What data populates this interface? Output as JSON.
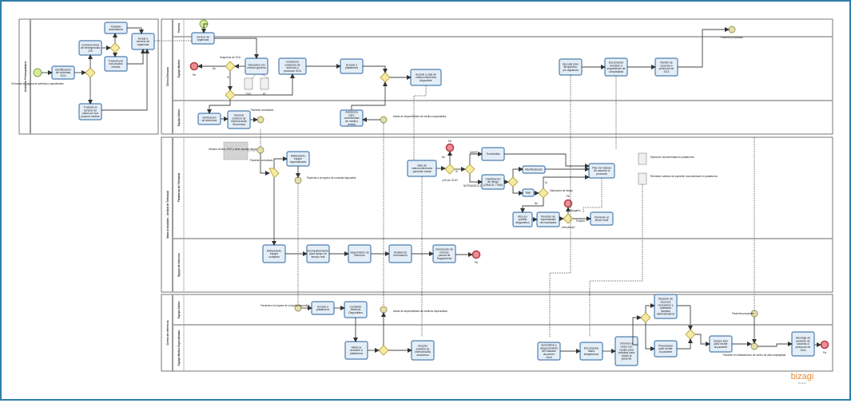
{
  "diagram": {
    "tool": "bizagi",
    "tool_sub": "Modeler",
    "pools": [
      {
        "name": "Ambiente Prehospitalario",
        "lanes": []
      },
      {
        "name": "Clínica Emisora",
        "lanes": [
          "Portería",
          "Equipo Médico",
          "Equipo Admin."
        ]
      },
      {
        "name": "Nodo Articulador - Unidad de Telesalud",
        "lanes": [
          "Plataforma de Telesalud",
          "Equipo de Atención"
        ]
      },
      {
        "name": "Centro de referencia",
        "lanes": [
          "Equipo Admin.",
          "Equipo Médico Especializado"
        ]
      }
    ],
    "events": {
      "start1": "Síntomas de alguna de pérdida y equivalentes",
      "end_no": "Fin",
      "msg_paciente_consultado": "Paciente consultado",
      "alerta1": "Alerta de disponibilidad de médico especialista",
      "paciente_espera": "Paciente a la espera de consulta disponible",
      "end_rechazo": "Fin",
      "end_equipo": "Fin",
      "paciente_preparado_top": "Paciente preparado",
      "paciente_espera2": "Paciente a la espera de consulta disponible",
      "alerta2": "Alerta de disponibilidad de médicos especialista",
      "paciente_preparado_bottom": "Paciente preparado",
      "paciente_instalaciones": "Paciente en instalaciones de centro de alta complejidad",
      "end_final": "Fin",
      "end_resultado": "Fin"
    },
    "tasks": {
      "identificacion": "Identificación de síntomas SCA",
      "contacto_linea": "Contacto línea de emergencias 123",
      "traslado_ambulancia": "Traslado ambulancia",
      "traslado_propios": "Traslado por sus propios medios",
      "traslado_servicio": "Traslado al servicio de salud por sus propios medios",
      "acude_urgencias": "Acude a servicio de urgencias",
      "servicio_urgencias": "servicio de urgencias",
      "valoracion": "Valoración por médico general",
      "existencia_sospecha": "Existencia sospecha de acuerdo a protocolo SCA",
      "accede_plataforma": "Accede a plataforma",
      "accede_sala": "Accede a sala de videoconferencia disponible",
      "verificacion": "Verificación de derechos",
      "generar_solicitud": "Generar solicitud de interconsulta Sincrónica",
      "asistencia": "Asistencia para conectividad de médico remoto",
      "alistamiento_especializado": "Alistamiento equipo especializado",
      "sala_video": "Sala de videoconferencia paciente virtual",
      "trombolisis": "Trombolisis",
      "clasificacion": "Clasificación de riesgo (GRACE / TIMI)",
      "alto_moderado": "Alto/Moderado",
      "bajo": "Bajo",
      "alta_posible": "Alta por posible diagnóstico",
      "revision": "Revisión de especialidad de resultados",
      "plan_manejo": "Plan de manejo de acuerdo a protocolo",
      "remision": "Remisión al tercer nivel",
      "alistamiento_completo": "Alistamiento equipo completo",
      "acompanamiento": "Acompañamiento para apoyo en tiempo real",
      "seguimiento": "Seguimiento de Atención",
      "analisis": "Análisis de información",
      "generacion": "Generación de Informe parcial de Seguimiento",
      "ejecutar_terapeuticas": "Ejecutar plan terapéutico y/o vigilancia",
      "documentar_remision": "Documentar remisión a seguimiento de complejidad",
      "remitir": "Remitir de acuerdo a protocolo de SCA",
      "accede_plataforma2": "Accede a plataforma",
      "contactar_medicos": "Contactar Médicos Disponibles",
      "medicos_acceden": "Médicos acceden a plataforma",
      "aceptar_solicitud": "Aceptar solicitud de interconsulta sincrónica",
      "suministrar": "Suministrar y aseguramiento del traslado de primer nivel",
      "documentar_datos": "Documentar datos terapéuticos",
      "informar": "Informar a redes con equipo para preparar para recibir al paciente",
      "disponer": "Disponer de recursos necesarios y adelantar trámites administrativos",
      "preparar": "Preparación para recibir al paciente",
      "equipo_listo": "Equipo listo para recibir al paciente",
      "abordaje": "Abordaje de paciente de acuerdo a protocolo de SCA"
    },
    "gateways": {
      "sospecha": "Sospecha de SCA",
      "no": "No",
      "si": "Sí",
      "descarte": "¿De ser SCA?",
      "nstemi": "NSTEMI/SCA SCEST",
      "stemi": "IAMST",
      "riesgo": "Valoración de riesgo",
      "alto": "Sí",
      "bajo_no": "No",
      "resultado": "¿Resultado?",
      "negativo": "Negativo",
      "positivo": "Positivo"
    },
    "artifacts": {
      "doc_ekg": "EKG",
      "doc_hc": "HC",
      "annotation_plataforma": "Historia clínica, EKG y otras ayudas disponibles",
      "doc_ejecucion": "Ejecución documentada en plataforma",
      "doc_remision": "Remisión solicitud de paciente documentado en plataforma"
    }
  }
}
